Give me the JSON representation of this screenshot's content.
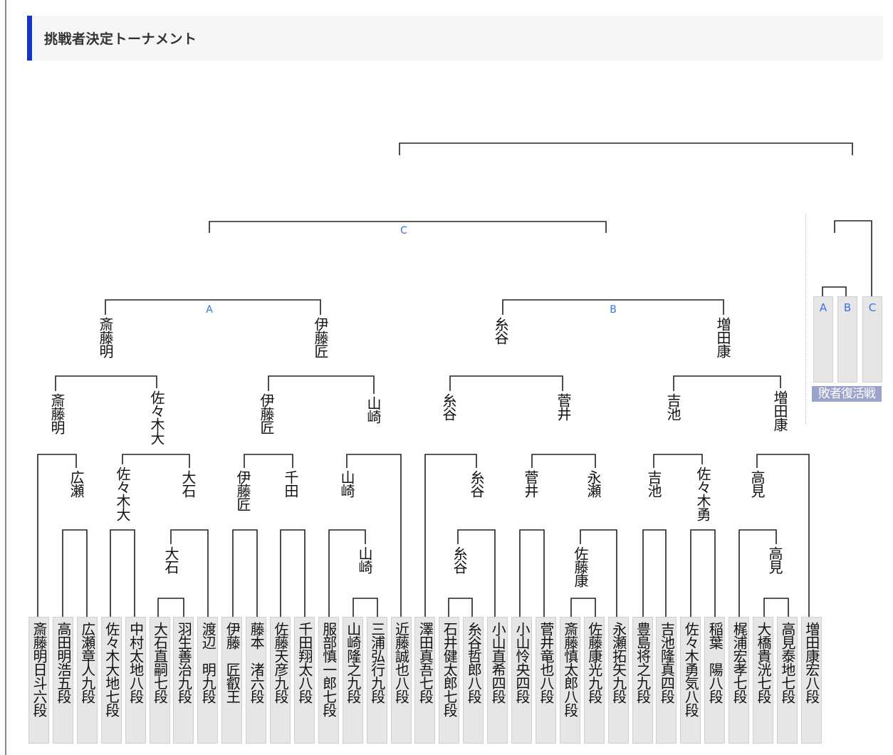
{
  "header": {
    "title": "挑戦者決定トーナメント"
  },
  "groups": {
    "a": "A",
    "b": "B",
    "c": "C"
  },
  "consolation": {
    "label": "敗者復活戦",
    "slots": [
      "A",
      "B",
      "C"
    ]
  },
  "players": [
    "斎藤明日斗六段",
    "高田明浩五段",
    "広瀬章人九段",
    "佐々木大地七段",
    "中村太地八段",
    "大石直嗣七段",
    "羽生善治九段",
    "渡辺　明九段",
    "伊藤　匠叡王",
    "藤本　渚六段",
    "佐藤天彦九段",
    "千田翔太八段",
    "服部慎一郎七段",
    "山崎隆之九段",
    "三浦弘行九段",
    "近藤誠也八段",
    "澤田真吾七段",
    "石井健太郎七段",
    "糸谷哲郎八段",
    "小山直希四段",
    "小山怜央四段",
    "菅井竜也八段",
    "斎藤慎太郎八段",
    "佐藤康光九段",
    "永瀬拓矢九段",
    "豊島将之九段",
    "吉池隆真四段",
    "佐々木勇気八段",
    "稲葉　陽八段",
    "梶浦宏孝七段",
    "大橋貴洸七段",
    "高見泰地七段",
    "増田康宏八段"
  ],
  "winners": [
    "大石",
    "山崎",
    "糸谷",
    "佐藤康",
    "高見",
    "広瀬",
    "佐々木大",
    "大石",
    "伊藤匠",
    "千田",
    "山崎",
    "糸谷",
    "菅井",
    "永瀬",
    "吉池",
    "佐々木勇",
    "高見",
    "斎藤明",
    "佐々木大",
    "伊藤匠",
    "山崎",
    "糸谷",
    "菅井",
    "吉池",
    "増田康",
    "斎藤明",
    "伊藤匠",
    "糸谷",
    "増田康"
  ]
}
